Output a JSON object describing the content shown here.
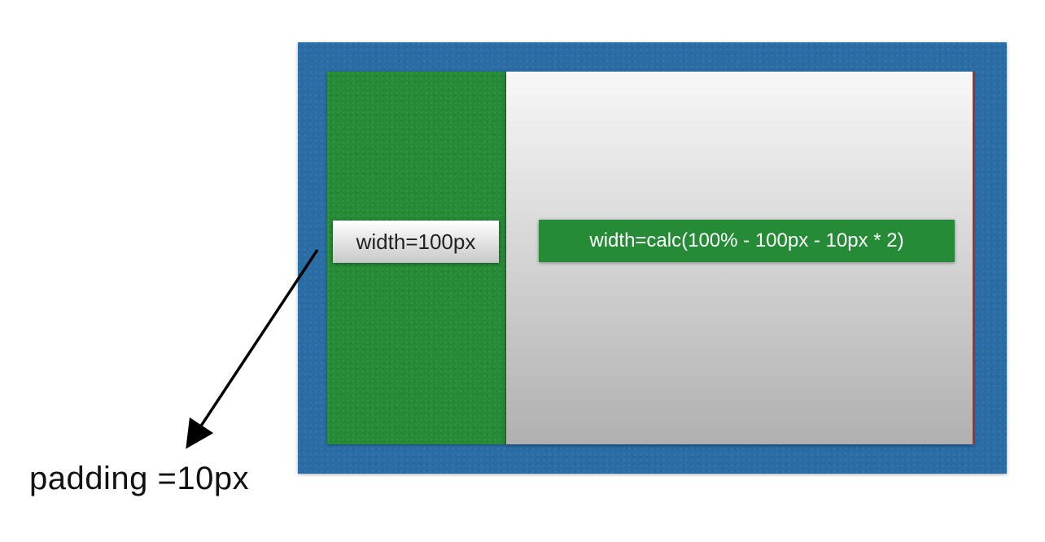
{
  "labels": {
    "left_column": "width=100px",
    "right_column": "width=calc(100% - 100px - 10px * 2)",
    "padding": "padding =10px"
  },
  "colors": {
    "container": "#2a6da6",
    "left_column": "#268b37",
    "right_column_top": "#f8f8f8",
    "right_column_bottom": "#b0b0b0",
    "edge": "#a8321f",
    "arrow": "#000000"
  }
}
